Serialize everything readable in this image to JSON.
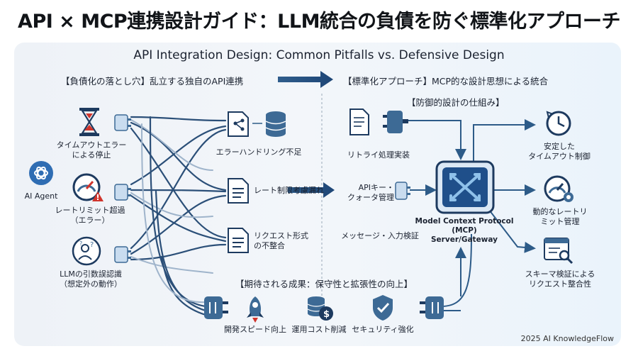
{
  "title": "API × MCP連携設計ガイド：LLM統合の負債を防ぐ標準化アプローチ",
  "subtitle": "API Integration Design: Common Pitfalls vs. Defensive Design",
  "left_section": {
    "heading": "【負債化の落とし穴】乱立する独自のAPI連携",
    "agent_label": "AI Agent",
    "problems": [
      {
        "label_line1": "タイムアウトエラー",
        "label_line2": "による停止",
        "icon": "hourglass-icon"
      },
      {
        "label_line1": "レートリミット超過",
        "label_line2": "（エラー）",
        "icon": "gauge-warning-icon"
      },
      {
        "label_line1": "LLMの引数誤認識",
        "label_line2": "（想定外の動作）",
        "icon": "confused-person-icon"
      }
    ],
    "issues": [
      {
        "label_line1": "エラーハンドリング不足",
        "label_line2": ""
      },
      {
        "label_line1": "レート制限考慮漏れ",
        "label_line2": ""
      },
      {
        "label_line1": "リクエスト形式",
        "label_line2": "の不整合"
      }
    ]
  },
  "right_section": {
    "heading": "【標準化アプローチ】MCP的な設計思想による統合",
    "mechanism_heading": "【防御的設計の仕組み】",
    "inputs": [
      {
        "label_line1": "リトライ処理実装",
        "label_line2": ""
      },
      {
        "label_line1": "APIキー・",
        "label_line2": "クォータ管理"
      },
      {
        "label_line1": "メッセージ・入力検証",
        "label_line2": ""
      }
    ],
    "server": {
      "line1": "Model Context Protocol",
      "line2": "(MCP)",
      "line3": "Server/Gateway"
    },
    "outcomes": [
      {
        "label_line1": "安定した",
        "label_line2": "タイムアウト制御",
        "icon": "clock-icon"
      },
      {
        "label_line1": "動的なレートリ",
        "label_line2": "ミット管理",
        "icon": "gauge-gear-icon"
      },
      {
        "label_line1": "スキーマ検証による",
        "label_line2": "リクエスト整合性",
        "icon": "schema-search-icon"
      }
    ]
  },
  "benefits": {
    "heading": "【期待される成果：保守性と拡張性の向上】",
    "items": [
      {
        "label": "開発スピード向上",
        "icon": "rocket-icon"
      },
      {
        "label": "運用コスト削減",
        "icon": "coins-icon"
      },
      {
        "label": "セキュリティ強化",
        "icon": "shield-check-icon"
      }
    ]
  },
  "footer": "2025 AI KnowledgeFlow",
  "colors": {
    "navy": "#1d3a5f",
    "steel": "#3d6a95",
    "light_blue": "#c9dcef",
    "accent_red": "#d0342c",
    "mcp_bg": "#1f4f8a"
  }
}
